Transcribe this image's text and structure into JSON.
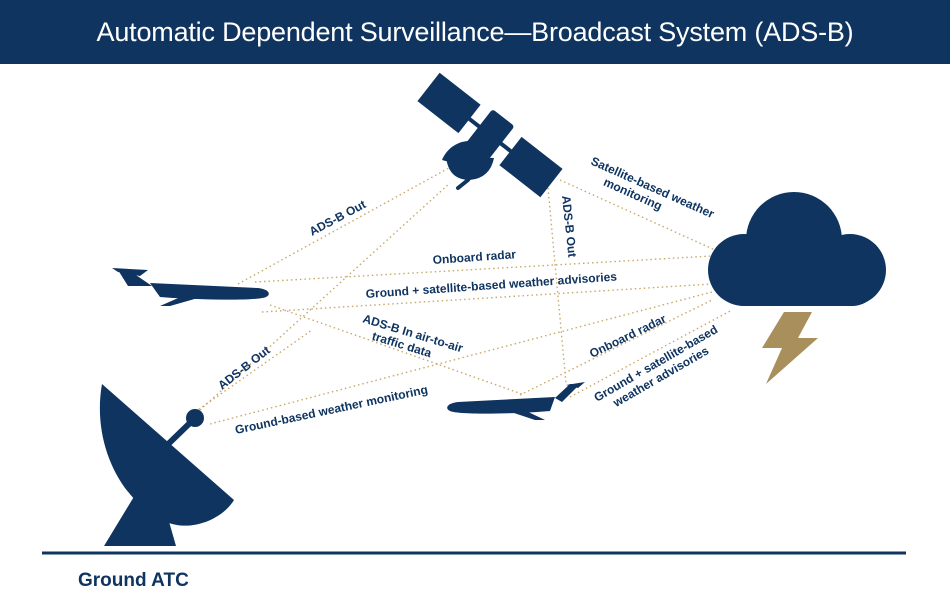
{
  "title": "Automatic Dependent Surveillance—Broadcast System (ADS-B)",
  "ground_label": "Ground ATC",
  "links": {
    "sat_plane1": "ADS-B Out",
    "sat_plane2": "ADS-B Out",
    "sat_weather": "Satellite-based weather monitoring",
    "onboard_radar_1": "Onboard radar",
    "advisories_1": "Ground + satellite-based weather advisories",
    "air_to_air": "ADS-B In air-to-air traffic data",
    "ground_plane1": "ADS-B Out",
    "ground_weather": "Ground-based weather monitoring",
    "onboard_radar_2": "Onboard radar",
    "advisories_2": "Ground + satellite-based weather advisories"
  },
  "label_lines": {
    "sat_weather": [
      "Satellite-based weather",
      "monitoring"
    ],
    "air_to_air": [
      "ADS-B In air-to-air",
      "traffic data"
    ],
    "advisories_2": [
      "Ground + satellite-based",
      "weather advisories"
    ]
  },
  "colors": {
    "navy": "#0f3460",
    "gold": "#a88f5c",
    "link": "#c9a86a",
    "background": "#ffffff"
  },
  "icons": [
    "satellite-icon",
    "airplane-icon",
    "cloud-icon",
    "lightning-icon",
    "radar-dish-icon"
  ]
}
